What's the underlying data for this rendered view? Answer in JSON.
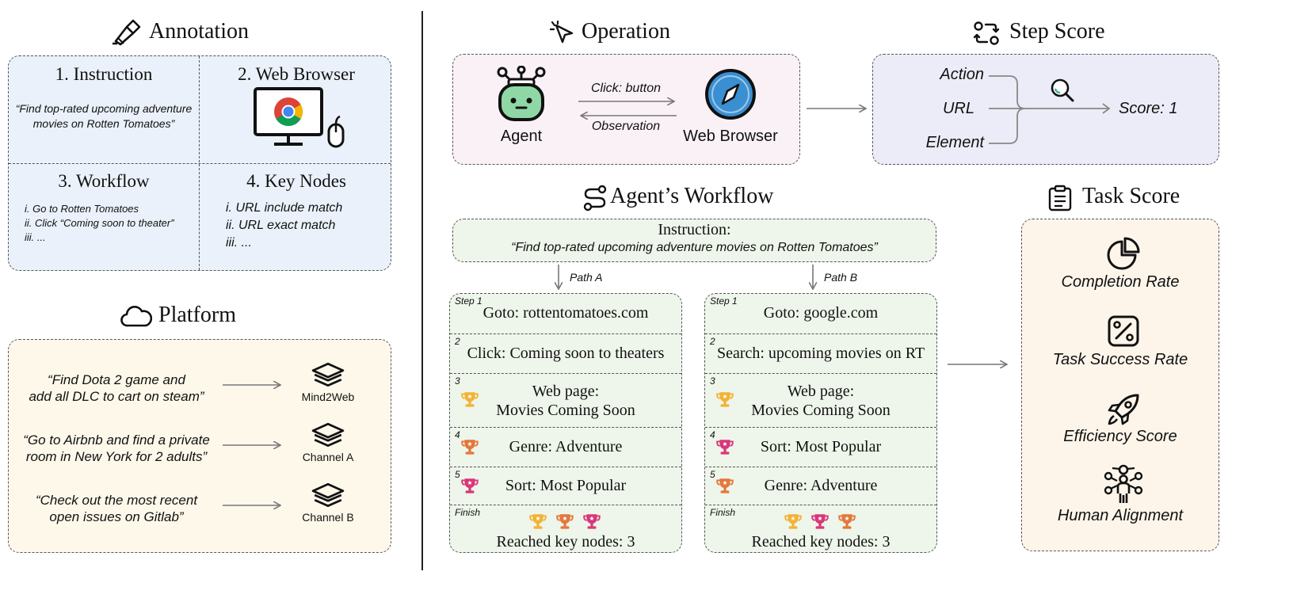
{
  "colors": {
    "annotation_bg": "#eaf1fa",
    "platform_bg": "#fdf8ea",
    "operation_bg": "#faf1f6",
    "stepscore_bg": "#ececf8",
    "workflow_bg": "#eef5ea",
    "taskscore_bg": "#fdf5ea",
    "trophy_gold": "#f2b233",
    "trophy_orange": "#e4773a",
    "trophy_pink": "#d9367a",
    "agent_green": "#8fd8a6",
    "browser_blue": "#3a8fd1"
  },
  "annotation": {
    "title": "Annotation",
    "cells": {
      "instruction": {
        "title": "1. Instruction",
        "quote_l1": "“Find top-rated upcoming adventure",
        "quote_l2": "movies on Rotten Tomatoes”"
      },
      "browser": {
        "title": "2. Web Browser"
      },
      "workflow": {
        "title": "3. Workflow",
        "items": [
          "i. Go to Rotten Tomatoes",
          "ii. Click  “Coming soon to theater”",
          "iii. ..."
        ]
      },
      "keynodes": {
        "title": "4. Key Nodes",
        "items": [
          "i. URL include match",
          "ii. URL exact match",
          "iii. ..."
        ]
      }
    }
  },
  "platform": {
    "title": "Platform",
    "rows": [
      {
        "quote_l1": "“Find Dota 2 game and",
        "quote_l2": "add all DLC to cart on steam”",
        "label": "Mind2Web"
      },
      {
        "quote_l1": "“Go to Airbnb and find a private",
        "quote_l2": "room in New York for 2 adults”",
        "label": "Channel A"
      },
      {
        "quote_l1": "“Check out the most recent",
        "quote_l2": "open issues on Gitlab”",
        "label": "Channel B"
      }
    ]
  },
  "operation": {
    "title": "Operation",
    "agent_label": "Agent",
    "browser_label": "Web Browser",
    "action_label": "Click: button",
    "observation_label": "Observation"
  },
  "step_score": {
    "title": "Step Score",
    "inputs": [
      "Action",
      "URL",
      "Element"
    ],
    "result": "Score: 1"
  },
  "workflow": {
    "title": "Agent’s Workflow",
    "instruction_label": "Instruction:",
    "instruction_text": "“Find top-rated upcoming adventure movies on Rotten Tomatoes”",
    "path_a_label": "Path A",
    "path_b_label": "Path B",
    "path_a": [
      {
        "num": "Step 1",
        "l1": "Goto: rottentomatoes.com",
        "l2": "",
        "trophy": ""
      },
      {
        "num": "2",
        "l1": "Click: Coming soon to theaters",
        "l2": "",
        "trophy": ""
      },
      {
        "num": "3",
        "l1": "Web page:",
        "l2": "Movies Coming Soon",
        "trophy": "gold"
      },
      {
        "num": "4",
        "l1": "Genre: Adventure",
        "l2": "",
        "trophy": "orange"
      },
      {
        "num": "5",
        "l1": "Sort: Most Popular",
        "l2": "",
        "trophy": "pink"
      }
    ],
    "path_b": [
      {
        "num": "Step 1",
        "l1": "Goto: google.com",
        "l2": "",
        "trophy": ""
      },
      {
        "num": "2",
        "l1": "Search: upcoming movies on RT",
        "l2": "",
        "trophy": ""
      },
      {
        "num": "3",
        "l1": "Web page:",
        "l2": "Movies Coming Soon",
        "trophy": "gold"
      },
      {
        "num": "4",
        "l1": "Sort: Most Popular",
        "l2": "",
        "trophy": "pink"
      },
      {
        "num": "5",
        "l1": "Genre: Adventure",
        "l2": "",
        "trophy": "orange"
      }
    ],
    "finish_label": "Finish",
    "finish_text": "Reached key nodes: 3",
    "finish_a_trophies": [
      "gold",
      "orange",
      "pink"
    ],
    "finish_b_trophies": [
      "gold",
      "pink",
      "orange"
    ]
  },
  "task_score": {
    "title": "Task Score",
    "metrics": [
      {
        "label": "Completion Rate",
        "icon": "pie-chart-icon"
      },
      {
        "label": "Task Success Rate",
        "icon": "percent-icon"
      },
      {
        "label": "Efficiency Score",
        "icon": "rocket-icon"
      },
      {
        "label": "Human Alignment",
        "icon": "human-network-icon"
      }
    ]
  }
}
